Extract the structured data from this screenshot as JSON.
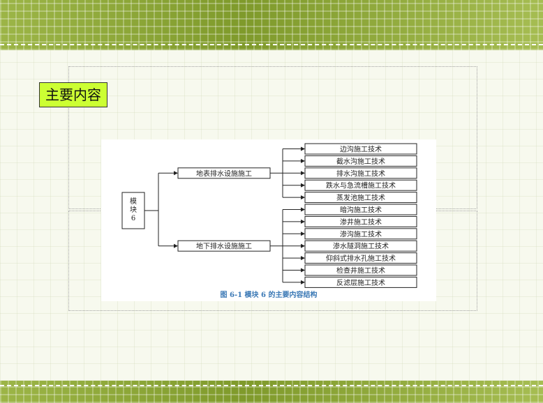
{
  "title": "主要内容",
  "diagram": {
    "root": "模\n块\n6",
    "branches": [
      {
        "label": "地表排水设施施工",
        "items": [
          "边沟施工技术",
          "截水沟施工技术",
          "排水沟施工技术",
          "跌水与急流槽施工技术",
          "蒸发池施工技术"
        ]
      },
      {
        "label": "地下排水设施施工",
        "items": [
          "暗沟施工技术",
          "渗井施工技术",
          "渗沟施工技术",
          "渗水隧洞施工技术",
          "仰斜式排水孔施工技术",
          "检查井施工技术",
          "反滤层施工技术"
        ]
      }
    ],
    "caption": "图 6-1    模块 6 的主要内容结构"
  }
}
